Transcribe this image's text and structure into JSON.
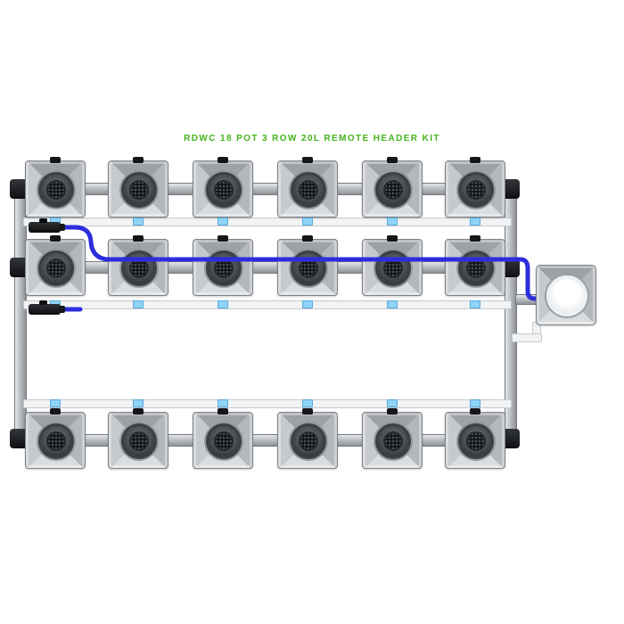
{
  "title": {
    "text": "RDWC 18 POT 3 ROW 20L REMOTE HEADER KIT",
    "color": "#44b31c"
  },
  "system": {
    "rows": 3,
    "pots_per_row": 6,
    "total_pots": 18,
    "pot_volume_label": "20L",
    "header_type_label": "REMOTE HEADER"
  },
  "colors": {
    "background": "#ffffff",
    "pot_body_light": "#dadde0",
    "pot_body_dark": "#9ea2a7",
    "pot_lid_dark": "#2b2f34",
    "rail_silver": "#bcbfc3",
    "return_pipe_white": "#f1f3f4",
    "tubing_blue": "#2d2ddd",
    "fitting_black": "#141619",
    "fitting_light_blue": "#8fd4f8",
    "tank_lid_white": "#ffffff"
  }
}
